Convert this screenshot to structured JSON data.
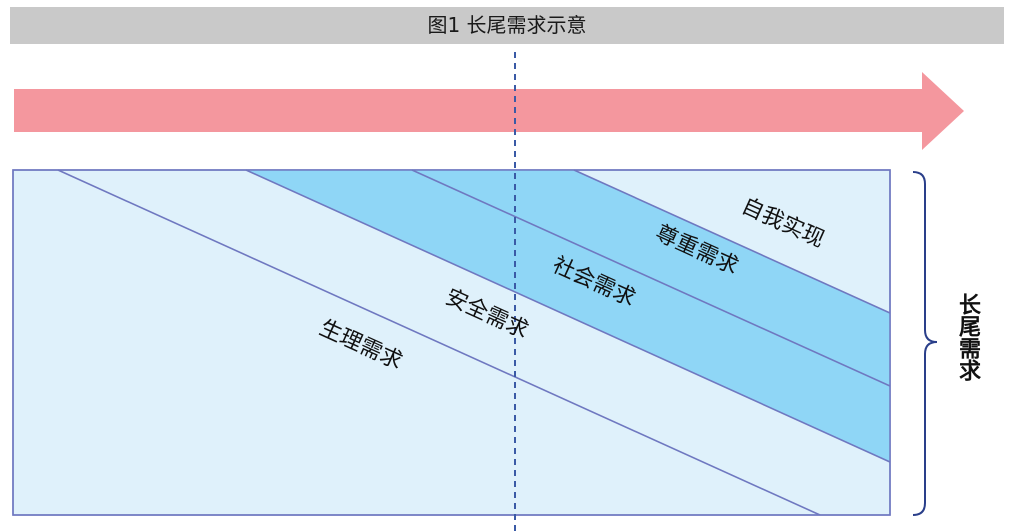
{
  "title": "图1 长尾需求示意",
  "bands": [
    {
      "label": "生理需求"
    },
    {
      "label": "安全需求"
    },
    {
      "label": "社会需求"
    },
    {
      "label": "尊重需求"
    },
    {
      "label": "自我实现"
    }
  ],
  "brace_label": "长尾需求",
  "colors": {
    "title_bar": "#c9c9c9",
    "arrow": "#f4979e",
    "panel_fill": "#dff1fb",
    "highlight_band": "#8fd6f6",
    "line": "#6f78c0",
    "dashed_line": "#3a5aa6",
    "brace": "#2a3f8a"
  }
}
